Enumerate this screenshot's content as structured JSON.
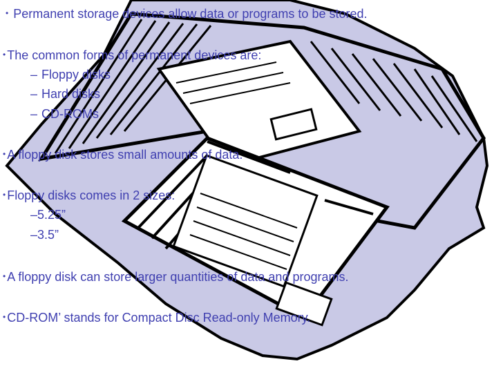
{
  "clipart": {
    "name": "floppy-disk-tray-clipart",
    "fill": "#c9c9e6",
    "ink": "#000000"
  },
  "text_color": "#3f3fb0",
  "slide": {
    "lines": [
      {
        "text": "Permanent storage devices allow data or programs to be stored."
      },
      {
        "text": "The common forms of permanent devices are:"
      },
      {
        "text": "Floppy disks"
      },
      {
        "text": "Hard disks"
      },
      {
        "text": "CD-ROMs"
      },
      {
        "text": "A floppy disk stores small amounts of data."
      },
      {
        "text": "Floppy disks comes in 2 sizes:"
      },
      {
        "text": "5.25”"
      },
      {
        "text": "3.5”"
      },
      {
        "text": "A floppy disk can store larger quantities of data and programs."
      },
      {
        "text": "CD-ROM’ stands for Compact Disc Read-only Memory."
      }
    ]
  }
}
